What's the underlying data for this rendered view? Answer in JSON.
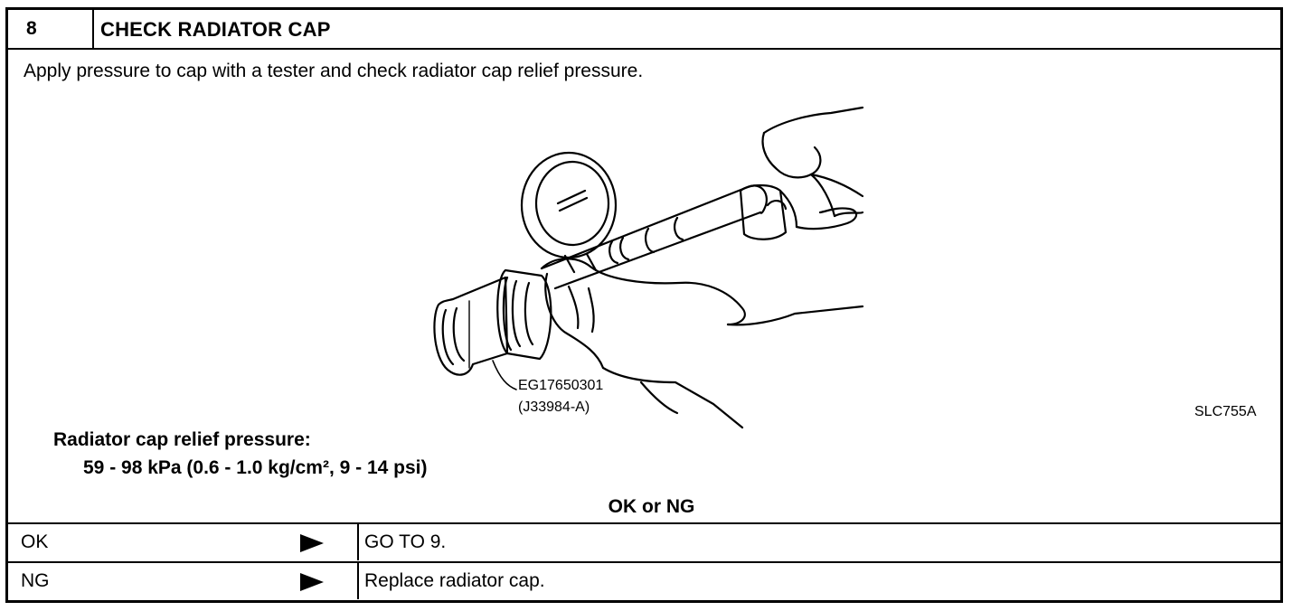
{
  "step": {
    "number": "8",
    "title": "CHECK RADIATOR CAP"
  },
  "instruction": "Apply pressure to cap with a tester and check radiator cap relief pressure.",
  "figure": {
    "tool_number": "EG17650301",
    "tool_alt_number": "(J33984-A)",
    "figure_id": "SLC755A"
  },
  "specification": {
    "label": "Radiator cap relief pressure:",
    "value": "59 - 98 kPa (0.6 - 1.0 kg/cm², 9 - 14 psi)"
  },
  "verdict_prompt": "OK or NG",
  "results": [
    {
      "condition": "OK",
      "action": "GO TO 9."
    },
    {
      "condition": "NG",
      "action": "Replace radiator cap."
    }
  ]
}
